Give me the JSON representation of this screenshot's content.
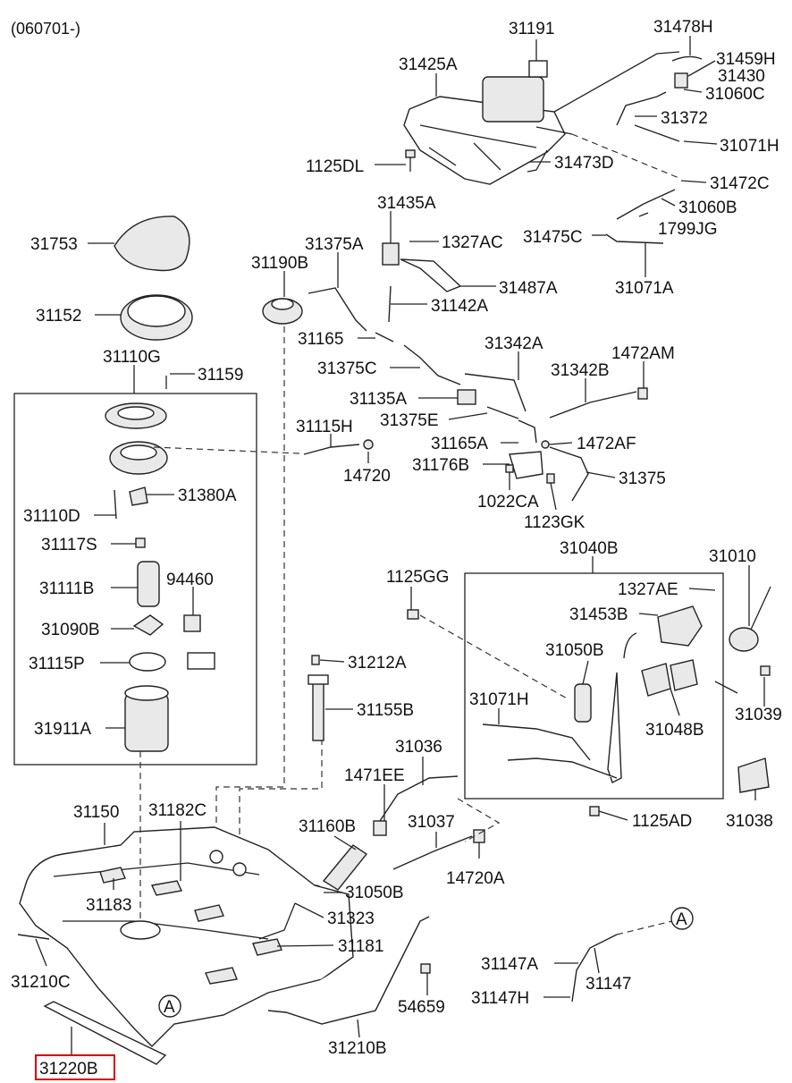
{
  "header": {
    "date_code": "(060701-)"
  },
  "callout_letter": "A",
  "highlight_color": "#d40000",
  "highlighted_part": "31220B",
  "labels": {
    "l31191": "31191",
    "l31478H": "31478H",
    "l31425A": "31425A",
    "l31459H": "31459H",
    "l31430": "31430",
    "l31060C": "31060C",
    "l31372": "31372",
    "l31071H_top": "31071H",
    "l1125DL": "1125DL",
    "l31473D": "31473D",
    "l31472C": "31472C",
    "l31435A": "31435A",
    "l31060B": "31060B",
    "l31753": "31753",
    "l31375A": "31375A",
    "l1327AC": "1327AC",
    "l31475C": "31475C",
    "l1799JG": "1799JG",
    "l31190B": "31190B",
    "l31487A": "31487A",
    "l31071A": "31071A",
    "l31152": "31152",
    "l31142A": "31142A",
    "l31165": "31165",
    "l31342A": "31342A",
    "l1472AM": "1472AM",
    "l31110G": "31110G",
    "l31159": "31159",
    "l31375C": "31375C",
    "l31342B": "31342B",
    "l31135A": "31135A",
    "l31375E": "31375E",
    "l31115H": "31115H",
    "l31165A": "31165A",
    "l1472AF": "1472AF",
    "l14720": "14720",
    "l31176B": "31176B",
    "l31375": "31375",
    "l31380A": "31380A",
    "l1022CA": "1022CA",
    "l31110D": "31110D",
    "l1123GK": "1123GK",
    "l31117S": "31117S",
    "l31040B": "31040B",
    "l31010": "31010",
    "l1125GG": "1125GG",
    "l31111B": "31111B",
    "l94460": "94460",
    "l1327AE": "1327AE",
    "l31453B": "31453B",
    "l31090B": "31090B",
    "l31050B_top": "31050B",
    "l31212A": "31212A",
    "l31115P": "31115P",
    "l31071H_mid": "31071H",
    "l31039": "31039",
    "l31155B": "31155B",
    "l31911A": "31911A",
    "l31048B": "31048B",
    "l31036": "31036",
    "l1471EE": "1471EE",
    "l31150": "31150",
    "l31182C": "31182C",
    "l31160B": "31160B",
    "l31037": "31037",
    "l1125AD": "1125AD",
    "l31038": "31038",
    "l14720A": "14720A",
    "l31183": "31183",
    "l31050B_bot": "31050B",
    "l31323": "31323",
    "l31181": "31181",
    "l31147A": "31147A",
    "l31147": "31147",
    "l31210C": "31210C",
    "l54659": "54659",
    "l31147H": "31147H",
    "l31210B": "31210B",
    "l31220B": "31220B"
  }
}
